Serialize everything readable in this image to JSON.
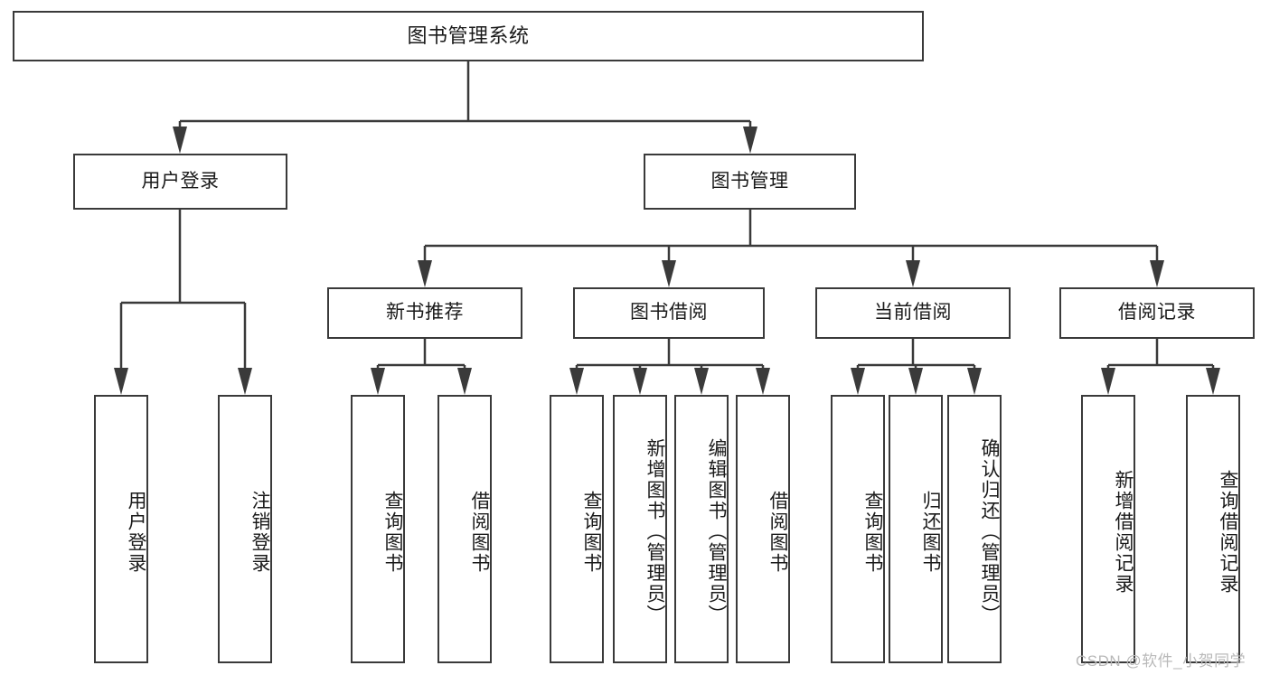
{
  "diagram": {
    "type": "tree",
    "title": "图书管理系统",
    "orientation": "top-down",
    "colors": {
      "box_border": "#3a3a3a",
      "box_fill": "#ffffff",
      "line": "#3a3a3a",
      "text": "#1a1a1a",
      "watermark": "#b9b9b9"
    },
    "root": {
      "label": "图书管理系统"
    },
    "level2": [
      {
        "label": "用户登录"
      },
      {
        "label": "图书管理"
      }
    ],
    "level3": [
      {
        "label": "新书推荐"
      },
      {
        "label": "图书借阅"
      },
      {
        "label": "当前借阅"
      },
      {
        "label": "借阅记录"
      }
    ],
    "leaves": {
      "user_login": [
        {
          "label": "用户登录"
        },
        {
          "label": "注销登录"
        }
      ],
      "new_book_recommend": [
        {
          "label": "查询图书"
        },
        {
          "label": "借阅图书"
        }
      ],
      "book_borrow": [
        {
          "label": "查询图书"
        },
        {
          "label": "新增图书（管理员）"
        },
        {
          "label": "编辑图书（管理员）"
        },
        {
          "label": "借阅图书"
        }
      ],
      "current_borrow": [
        {
          "label": "查询图书"
        },
        {
          "label": "归还图书"
        },
        {
          "label": "确认归还（管理员）"
        }
      ],
      "borrow_record": [
        {
          "label": "新增借阅记录"
        },
        {
          "label": "查询借阅记录"
        }
      ]
    },
    "watermark": "CSDN @软件_小贺同学"
  }
}
